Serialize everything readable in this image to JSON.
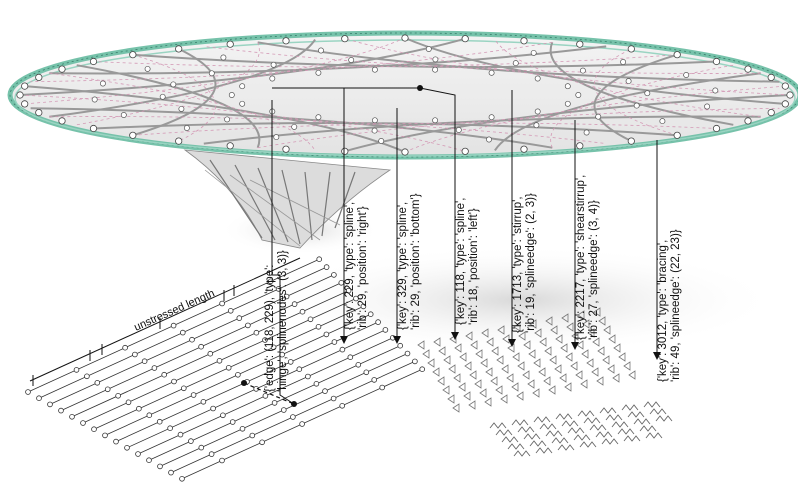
{
  "diagram": {
    "unstressed_label": "unstressed length",
    "annotations": [
      {
        "line1": "{'edge': (118, 229), 'type':",
        "line2": "'hinge', 'splinenodes': (3, 3)}"
      },
      {
        "line1": "{'key': 229, 'type': 'spline',",
        "line2": "'rib': 29, 'position': 'right'}"
      },
      {
        "line1": "{'key': 329, 'type': 'spline',",
        "line2": "'rib': 29, 'position': 'bottom'}"
      },
      {
        "line1": "{'key': 118, 'type': 'spline',",
        "line2": "'rib': 18, 'position': 'left'}"
      },
      {
        "line1": "{'key': 1713, 'type': 'stirrup',",
        "line2": "'rib': 19, 'splineedge': (2, 3)}"
      },
      {
        "line1": "{'key': 2217, 'type': 'shearstirrup',",
        "line2": "'rib': 27, 'splineedge': (3, 4)}"
      },
      {
        "line1": "{'key': 3012, 'type': 'bracing',",
        "line2": "'rib': 49, 'splineedge': (22, 23)}"
      }
    ],
    "colors": {
      "ink": "#222222",
      "rim": "#6fbfa6",
      "rib": "#9a9a9a",
      "pink": "#d49ab6",
      "node": "#ffffff"
    }
  }
}
